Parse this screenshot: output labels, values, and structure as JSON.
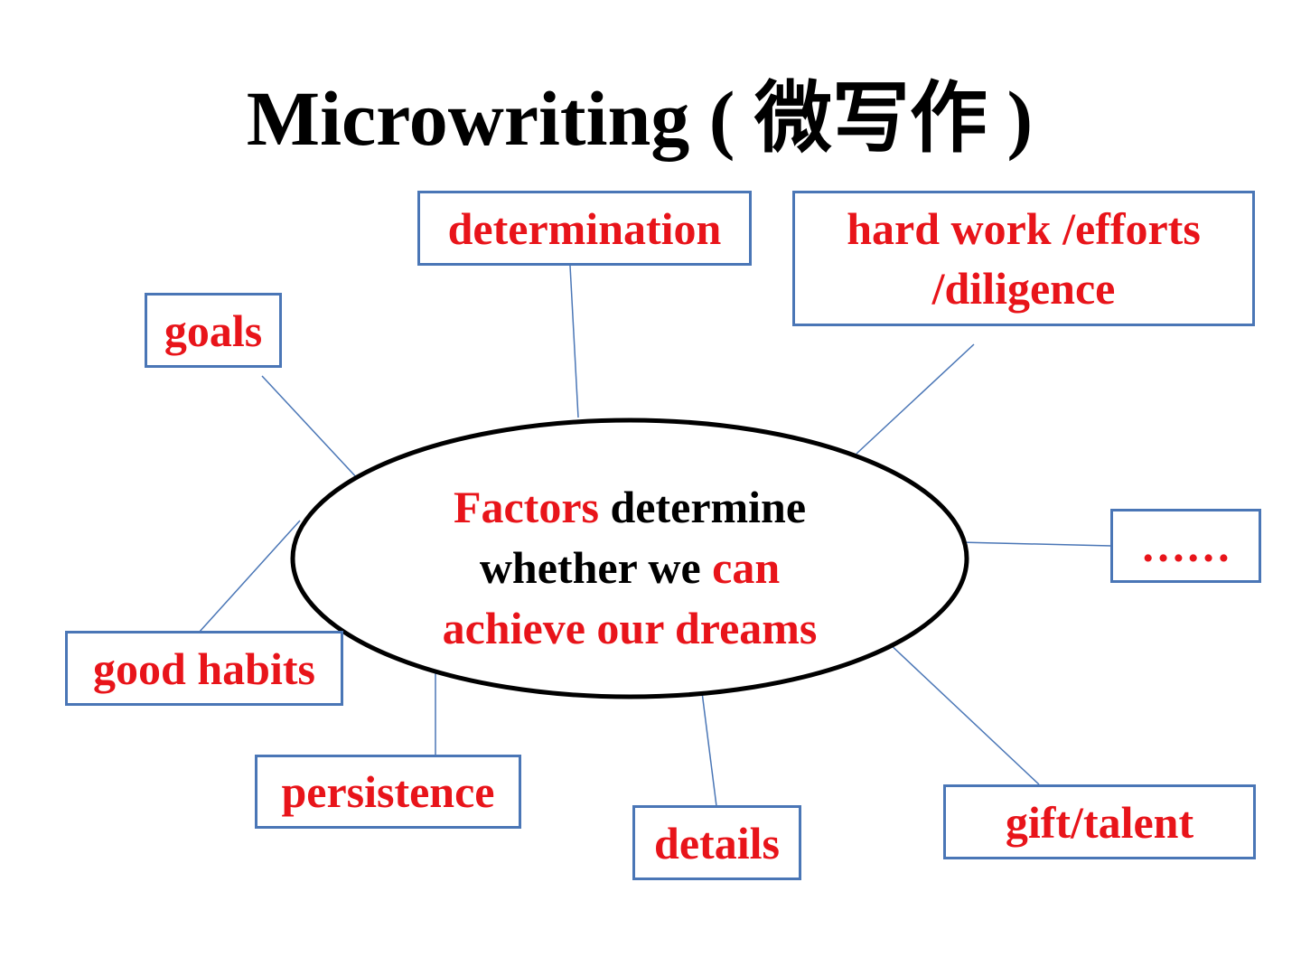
{
  "title": {
    "text": "Microwriting ( ",
    "cjk": "微写作",
    "close": " )"
  },
  "center": {
    "line1_red": "Factors",
    "line1_black": " determine",
    "line2_black": "whether we ",
    "line2_red": "can",
    "line3_red": "achieve our dreams"
  },
  "nodes": {
    "goals": "goals",
    "determination": "determination",
    "hard_work_line1": "hard work /efforts",
    "hard_work_line2": "/diligence",
    "more": "……",
    "good_habits": "good habits",
    "persistence": "persistence",
    "details": "details",
    "gift_talent": "gift/talent"
  },
  "colors": {
    "highlight": "#e8141a",
    "border": "#4a76b6",
    "link": "#4a76b6",
    "text": "#000000"
  }
}
